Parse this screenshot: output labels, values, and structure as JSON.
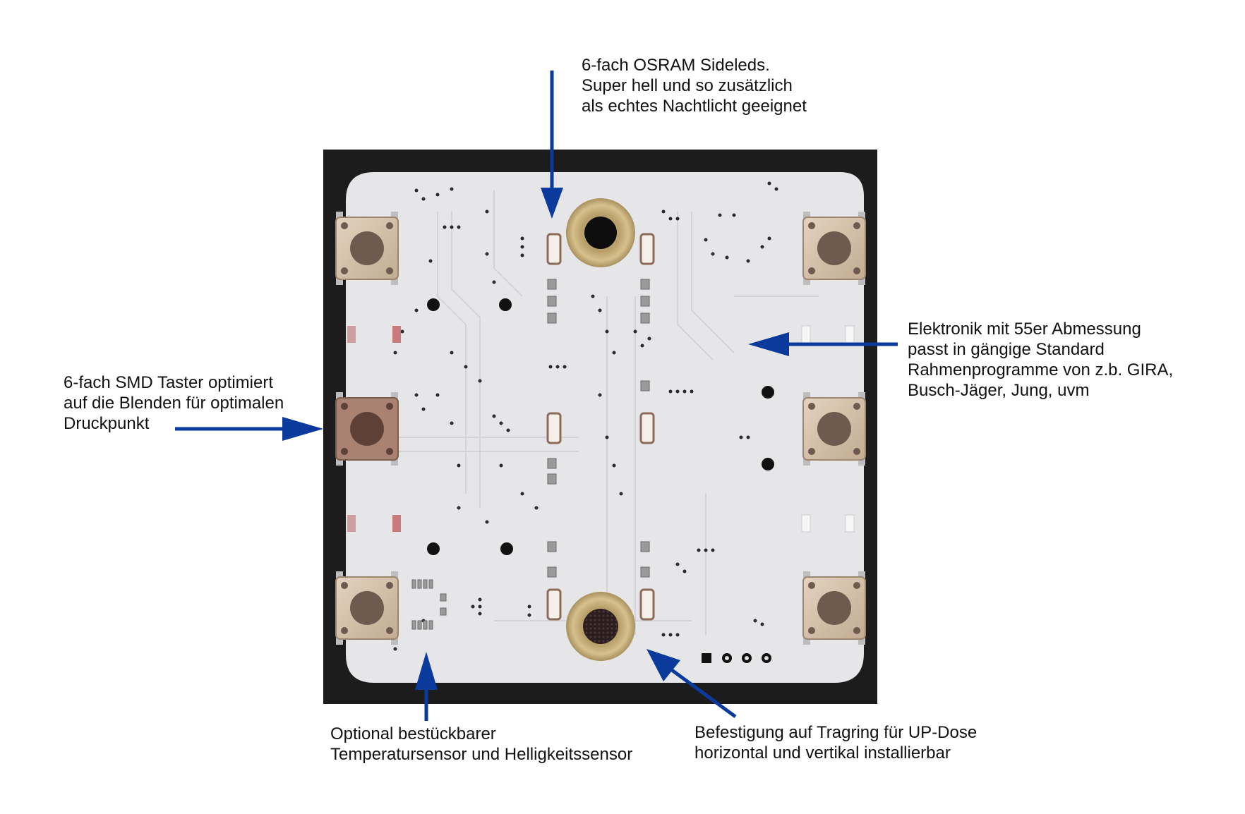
{
  "annotations": {
    "sideleds": {
      "lines": [
        "6-fach OSRAM Sideleds.",
        "Super hell und so zusätzlich",
        "als echtes Nachtlicht geeignet"
      ]
    },
    "taster": {
      "lines": [
        "6-fach SMD Taster optimiert",
        "auf die Blenden für optimalen",
        "Druckpunkt"
      ]
    },
    "elektronik": {
      "lines": [
        "Elektronik mit 55er Abmessung",
        "passt in gängige Standard",
        "Rahmenprogramme von z.b. GIRA,",
        "Busch-Jäger, Jung, uvm"
      ]
    },
    "sensor": {
      "lines": [
        "Optional bestückbarer",
        "Temperatursensor und Helligkeitssensor"
      ]
    },
    "befestigung": {
      "lines": [
        "Befestigung auf Tragring für UP-Dose",
        "horizontal und vertikal installierbar"
      ]
    }
  },
  "colors": {
    "arrow": "#0a3a9c",
    "text": "#111111",
    "background_dark": "#1a1a1a",
    "pcb": "#e4e4e7",
    "button_metal": "#d8c8b4",
    "button_cap": "#6e5a4e",
    "ring_gold": "#c8b07a"
  },
  "image": {
    "subject": "Printed circuit board with six push buttons, six side LEDs and two mounting holes",
    "icon": "pcb-photo"
  }
}
